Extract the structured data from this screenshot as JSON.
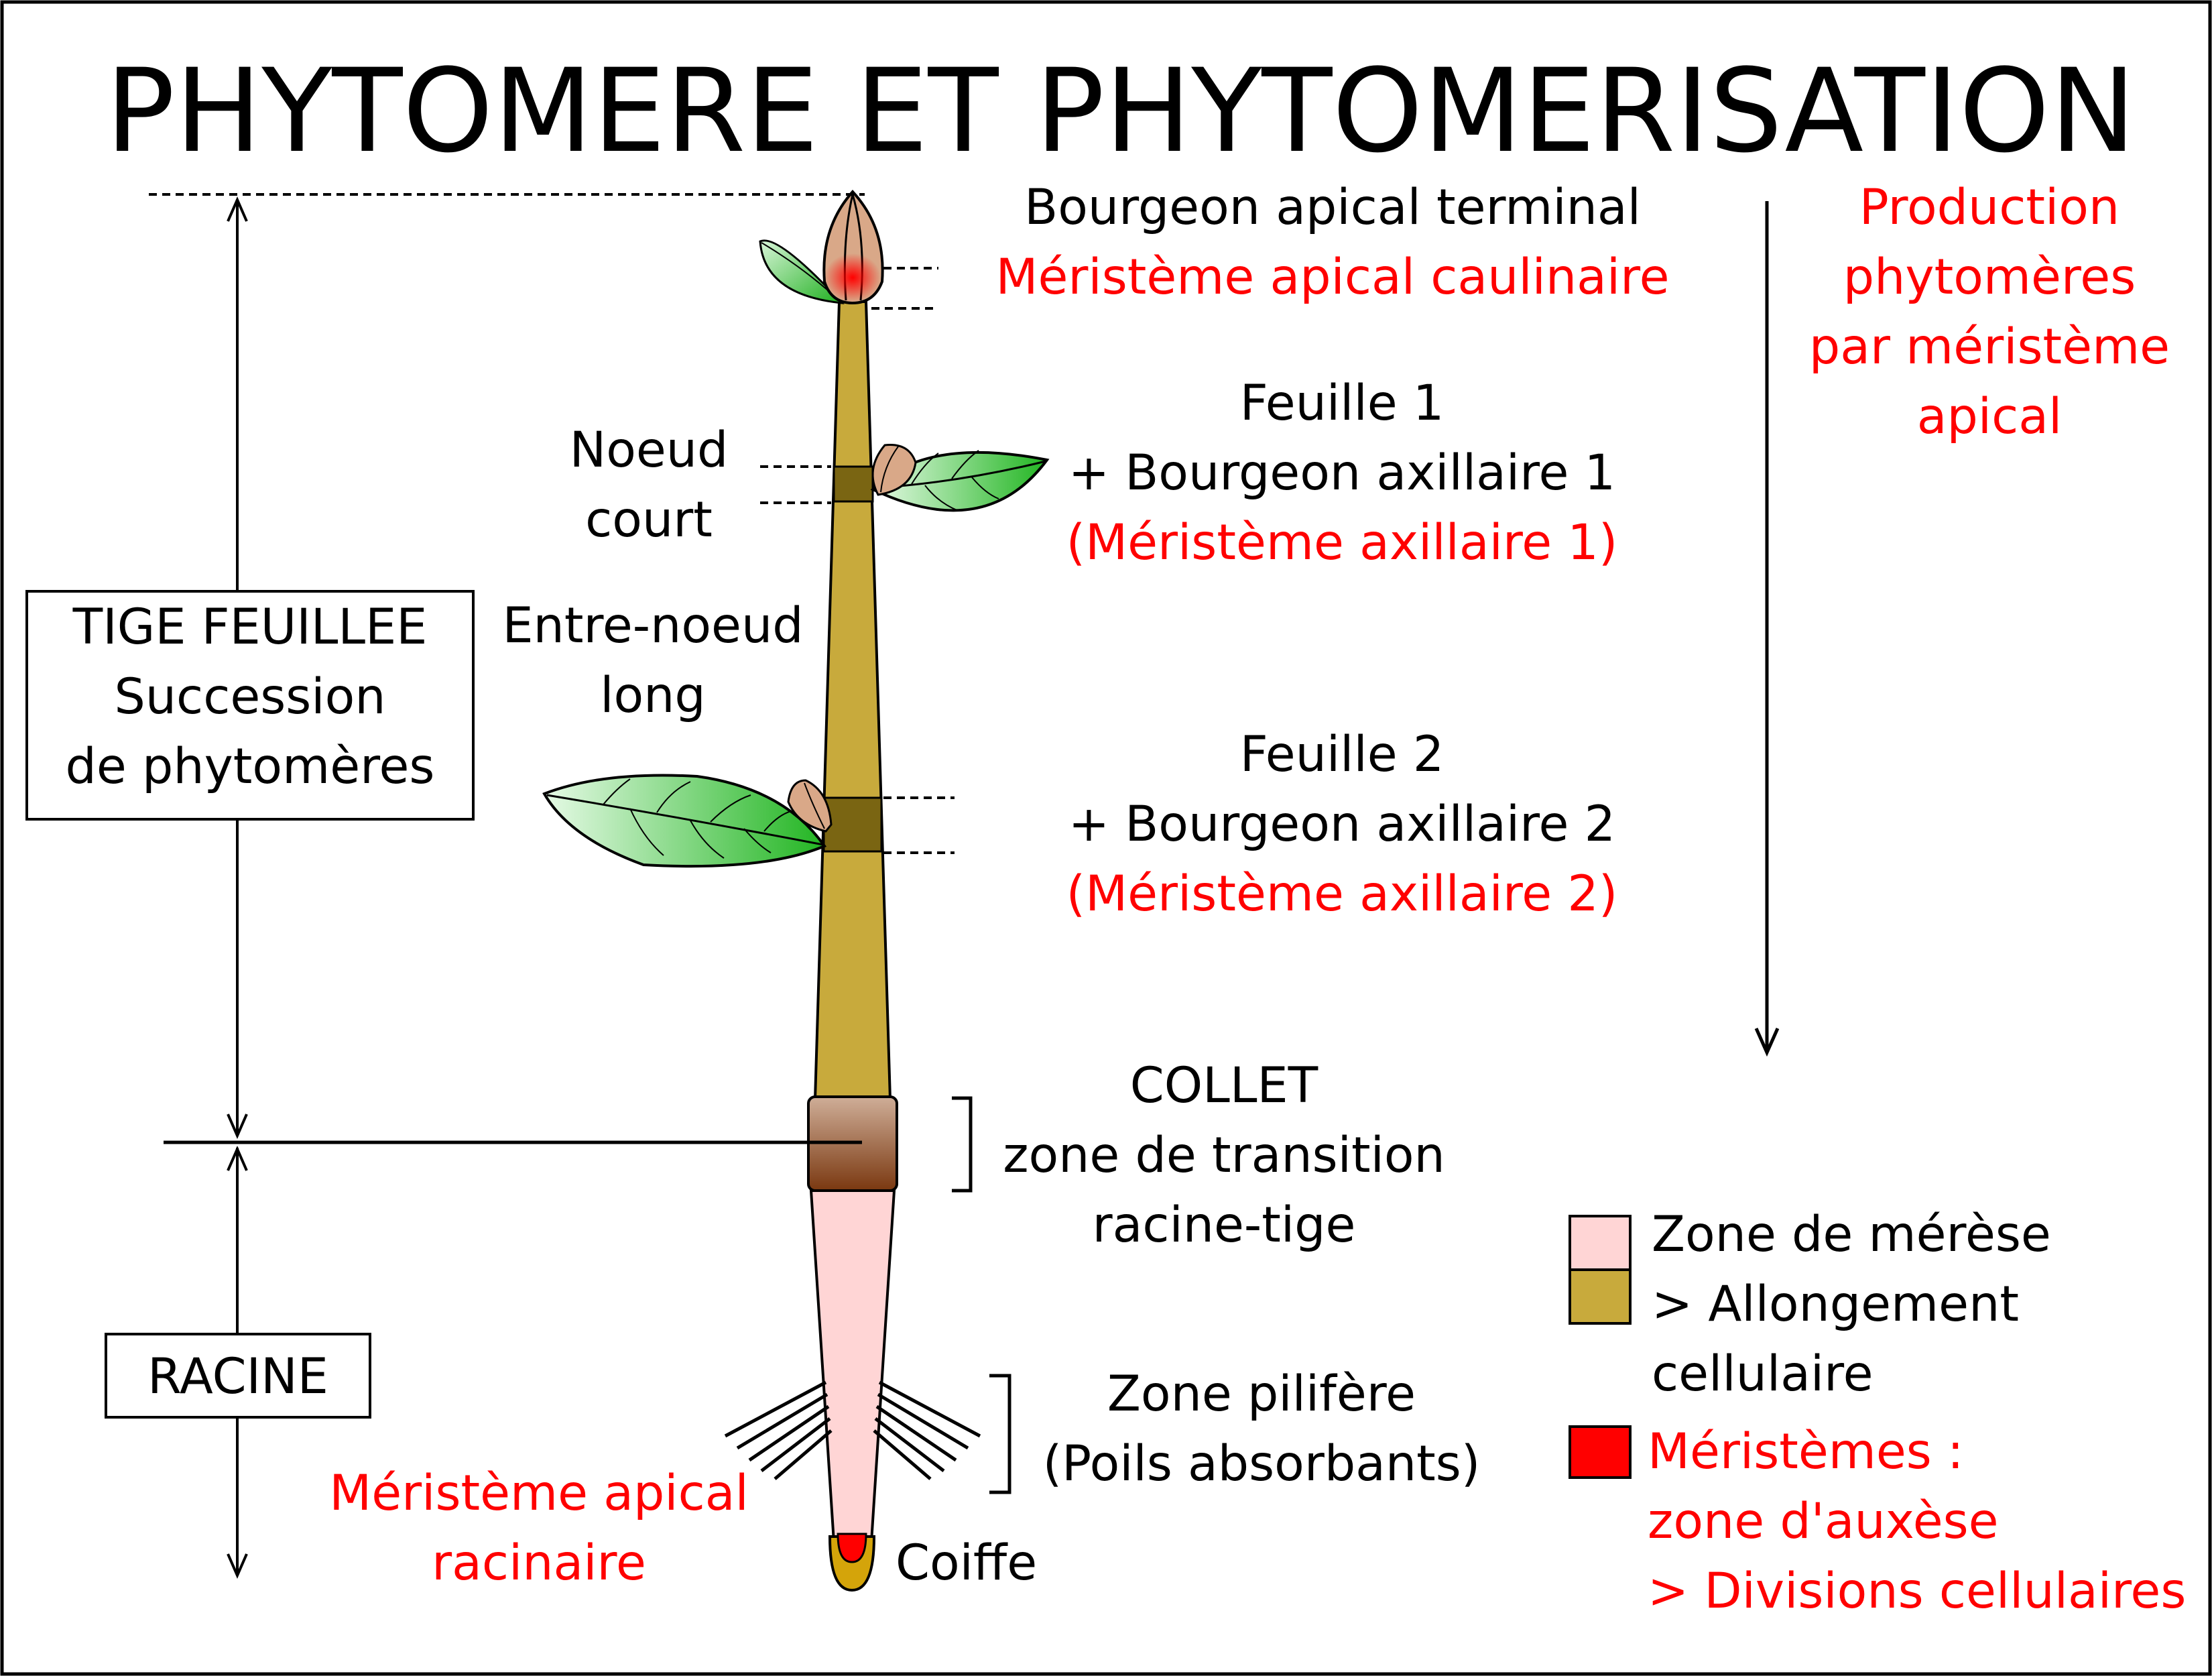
{
  "title": "PHYTOMERE ET PHYTOMERISATION",
  "labels": {
    "bud_terminal": "Bourgeon apical terminal",
    "meristem_caulinaire": "Méristème apical caulinaire",
    "production_line1": "Production",
    "production_line2": "phytomères",
    "production_line3": "par méristème",
    "production_line4": "apical",
    "leaf1_line1": "Feuille 1",
    "leaf1_line2": "+ Bourgeon axillaire 1",
    "leaf1_line3": "(Méristème axillaire 1)",
    "node_line1": "Noeud",
    "node_line2": "court",
    "internode_line1": "Entre-noeud",
    "internode_line2": "long",
    "leaf2_line1": "Feuille 2",
    "leaf2_line2": "+ Bourgeon axillaire 2",
    "leaf2_line3": "(Méristème axillaire 2)",
    "tige_line1": "TIGE FEUILLEE",
    "tige_line2": "Succession",
    "tige_line3": "de phytomères",
    "collet_line1": "COLLET",
    "collet_line2": "zone de transition",
    "collet_line3": "racine-tige",
    "racine": "RACINE",
    "pilifere_line1": "Zone pilifère",
    "pilifere_line2": "(Poils absorbants)",
    "meristem_racinaire_line1": "Méristème apical",
    "meristem_racinaire_line2": "racinaire",
    "coiffe": "Coiffe"
  },
  "legend": {
    "merese_line1": "Zone de mérèse",
    "merese_line2": "> Allongement",
    "merese_line3": "cellulaire",
    "auxese_line1": "Méristèmes :",
    "auxese_line2": "zone d'auxèse",
    "auxese_line3": "> Divisions cellulaires"
  },
  "colors": {
    "stem": "#c8aa3c",
    "node": "#7a6512",
    "root": "#ffd5d5",
    "collet_top": "#c9a48a",
    "collet_bottom": "#7a3a10",
    "meristem": "#ff0000",
    "bud": "#d9a888",
    "leaf_light": "#c8f0c8",
    "leaf_dark": "#22bb22",
    "red_text": "#ff0000",
    "black": "#000000"
  }
}
